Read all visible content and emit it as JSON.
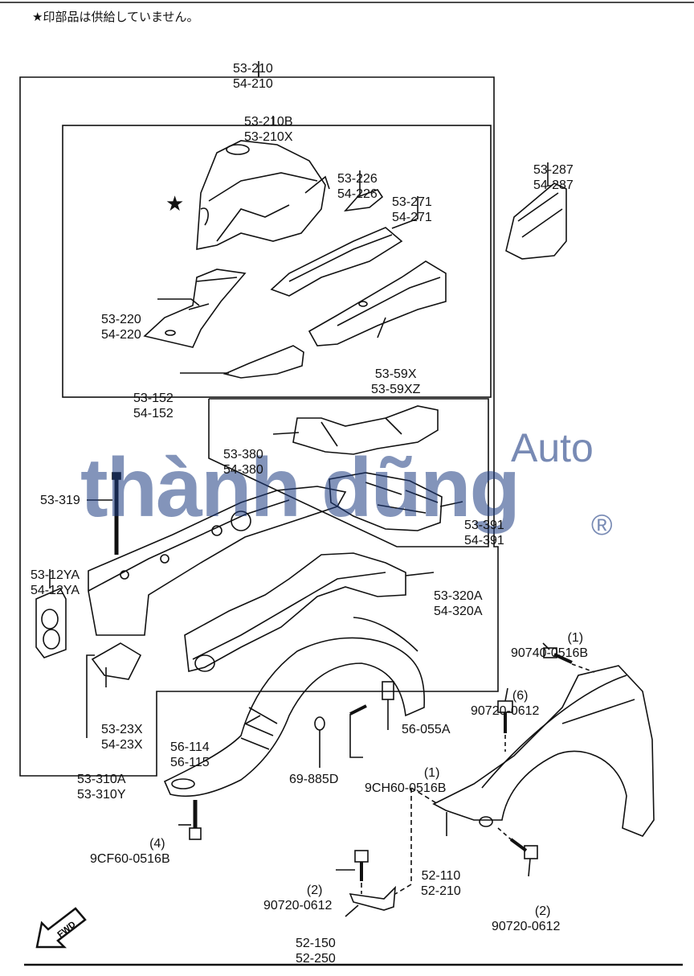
{
  "note": "★印部品は供給していません。",
  "watermark": {
    "brand": "thành dũng",
    "suffix": "Auto",
    "mark": "®"
  },
  "fwd_label": "FWD",
  "labels": {
    "top_assembly": [
      "53-210",
      "54-210"
    ],
    "sub_assembly": [
      "53-210B",
      "53-210X"
    ],
    "p53_287": [
      "53-287",
      "54-287"
    ],
    "p53_226": [
      "53-226",
      "54-226"
    ],
    "p53_271": [
      "53-271",
      "54-271"
    ],
    "p53_220": [
      "53-220",
      "54-220"
    ],
    "p53_59x": [
      "53-59X",
      "53-59XZ"
    ],
    "p53_152": [
      "53-152",
      "54-152"
    ],
    "p53_380": [
      "53-380",
      "54-380"
    ],
    "p53_391": [
      "53-391",
      "54-391"
    ],
    "p53_319": "53-319",
    "p53_12ya": [
      "53-12YA",
      "54-12YA"
    ],
    "p53_320a": [
      "53-320A",
      "54-320A"
    ],
    "p53_23x": [
      "53-23X",
      "54-23X"
    ],
    "p53_310a": [
      "53-310A",
      "53-310Y"
    ],
    "p56_114": [
      "56-114",
      "56-115"
    ],
    "p56_055a": "56-055A",
    "p9ch60": {
      "qty": "(1)",
      "code": "9CH60-0516B"
    },
    "p69_885d": "69-885D",
    "p90740": {
      "qty": "(1)",
      "code": "90740-0516B"
    },
    "p90720_top": {
      "qty": "(6)",
      "code": "90720-0612"
    },
    "p9cf60": {
      "qty": "(4)",
      "code": "9CF60-0516B"
    },
    "p52_110": [
      "52-110",
      "52-210"
    ],
    "p90720_left": {
      "qty": "(2)",
      "code": "90720-0612"
    },
    "p90720_right": {
      "qty": "(2)",
      "code": "90720-0612"
    },
    "p52_150": [
      "52-150",
      "52-250"
    ]
  }
}
